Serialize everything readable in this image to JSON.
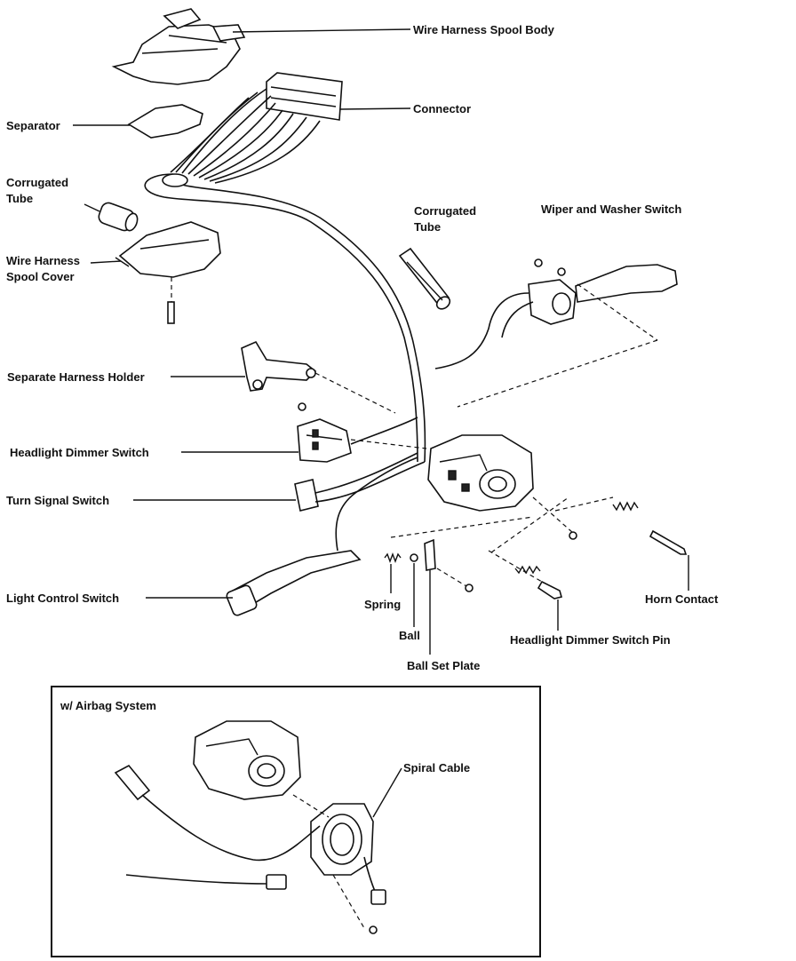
{
  "labels": {
    "wire_harness_spool_body": "Wire Harness Spool Body",
    "connector": "Connector",
    "separator": "Separator",
    "corrugated_tube_left_1": "Corrugated",
    "corrugated_tube_left_2": "Tube",
    "corrugated_tube_mid_1": "Corrugated",
    "corrugated_tube_mid_2": "Tube",
    "wiper_washer_switch": "Wiper and Washer Switch",
    "wire_harness_spool_cover_1": "Wire Harness",
    "wire_harness_spool_cover_2": "Spool Cover",
    "separate_harness_holder": "Separate Harness Holder",
    "headlight_dimmer_switch": "Headlight Dimmer Switch",
    "turn_signal_switch": "Turn Signal Switch",
    "light_control_switch": "Light Control Switch",
    "spring": "Spring",
    "ball": "Ball",
    "ball_set_plate": "Ball Set Plate",
    "horn_contact": "Horn Contact",
    "headlight_dimmer_switch_pin": "Headlight Dimmer Switch Pin"
  },
  "airbag_box": {
    "title": "w/ Airbag System",
    "spiral_cable": "Spiral Cable"
  }
}
